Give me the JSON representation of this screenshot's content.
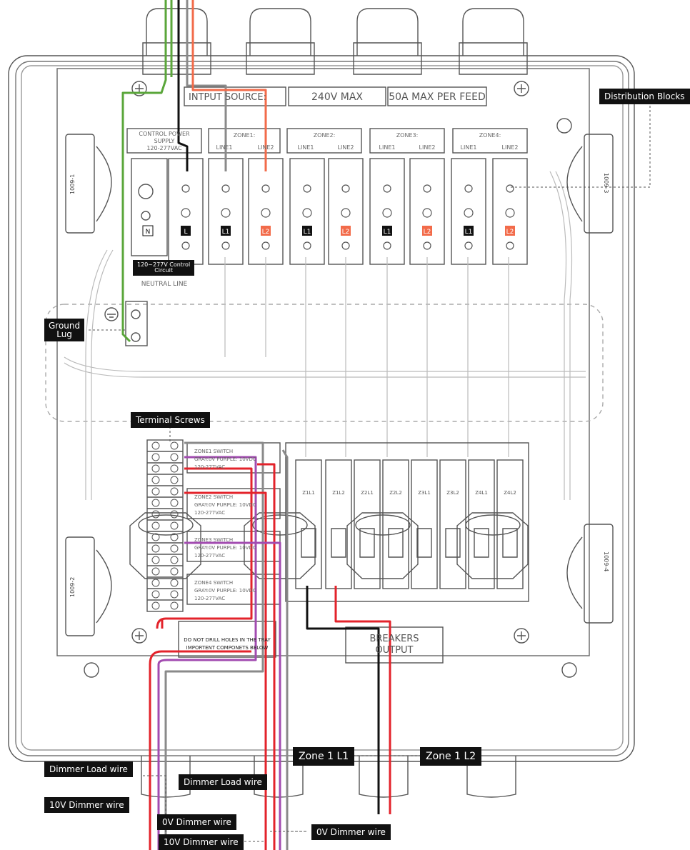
{
  "header": {
    "input_source": "INTPUT SOURCE:",
    "voltage": "240V MAX",
    "amperage": "50A MAX PER FEED"
  },
  "distribution": {
    "control_power_label": [
      "CONTROL POWER",
      "SUPPLY",
      "120-277VAC"
    ],
    "zones": [
      {
        "name": "ZONE1:",
        "line1": "LINE1",
        "line2": "LINE2"
      },
      {
        "name": "ZONE2:",
        "line1": "LINE1",
        "line2": "LINE2"
      },
      {
        "name": "ZONE3:",
        "line1": "LINE1",
        "line2": "LINE2"
      },
      {
        "name": "ZONE4:",
        "line1": "LINE1",
        "line2": "LINE2"
      }
    ],
    "block_tags": [
      "L",
      "L1",
      "L2",
      "L1",
      "L2",
      "L1",
      "L2",
      "L1",
      "L2"
    ],
    "neutral_tag": "N",
    "control_circuit": [
      "120~277V Control",
      "Circuit"
    ],
    "neutral_line": "NEUTRAL LINE"
  },
  "side_labels": [
    "1009-1",
    "1009-3",
    "1009-2",
    "1009-4"
  ],
  "callouts": {
    "distribution_blocks": "Distribution Blocks",
    "ground_lug": [
      "Ground",
      "Lug"
    ],
    "terminal_screws": "Terminal Screws",
    "dimmer_load_left": "Dimmer Load wire",
    "dimmer_10v_left": "10V Dimmer wire",
    "dimmer_0v_mid": "0V Dimmer wire",
    "dimmer_load_mid": "Dimmer Load wire",
    "dimmer_10v_mid": "10V Dimmer wire",
    "dimmer_0v_right": "0V Dimmer wire",
    "zone1_l1": "Zone 1 L1",
    "zone1_l2": "Zone 1 L2"
  },
  "zone_switches": [
    {
      "title": "ZONE1 SWITCH",
      "wires": "GRAY:0V PURPLE: 10VDC",
      "voltage": "120-277VAC"
    },
    {
      "title": "ZONE2 SWITCH",
      "wires": "GRAY:0V PURPLE: 10VDC",
      "voltage": "120-277VAC"
    },
    {
      "title": "ZONE3 SWITCH",
      "wires": "GRAY:0V PURPLE: 10VDC",
      "voltage": "120-277VAC"
    },
    {
      "title": "ZONE4 SWITCH",
      "wires": "GRAY:0V PURPLE: 10VDC",
      "voltage": "120-277VAC"
    }
  ],
  "breakers": [
    "Z1L1",
    "Z1L2",
    "Z2L1",
    "Z2L2",
    "Z3L1",
    "Z3L2",
    "Z4L1",
    "Z4L2"
  ],
  "breakers_output": [
    "BREAKERS",
    "OUTPUT"
  ],
  "warning": [
    "DO NOT DRILL HOLES IN THE TRAY",
    "IMPORTENT COMPONETS BELOW"
  ],
  "colors": {
    "red": "#e3232b",
    "orange": "#f26b4a",
    "purple": "#a24bb0",
    "green": "#5aa63a",
    "gray": "#8a8a8a",
    "black": "#111111"
  }
}
